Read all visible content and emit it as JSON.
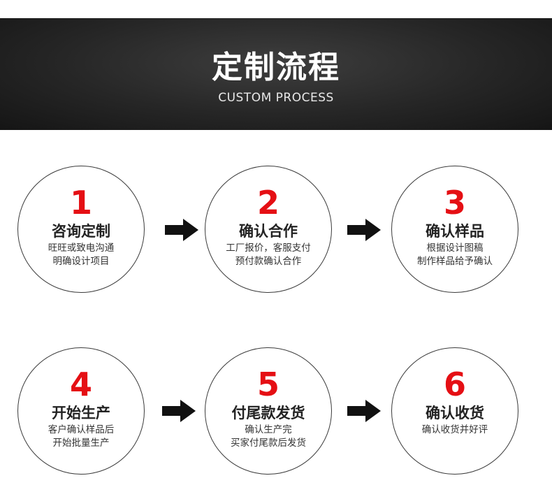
{
  "header": {
    "title": "定制流程",
    "subtitle": "CUSTOM PROCESS"
  },
  "steps": [
    {
      "number": "1",
      "title": "咨询定制",
      "line1": "旺旺或致电沟通",
      "line2": "明确设计项目"
    },
    {
      "number": "2",
      "title": "确认合作",
      "line1": "工厂报价，客服支付",
      "line2": "预付款确认合作"
    },
    {
      "number": "3",
      "title": "确认样品",
      "line1": "根据设计图稿",
      "line2": "制作样品给予确认"
    },
    {
      "number": "4",
      "title": "开始生产",
      "line1": "客户确认样品后",
      "line2": "开始批量生产"
    },
    {
      "number": "5",
      "title": "付尾款发货",
      "line1": "确认生产完",
      "line2": "买家付尾款后发货"
    },
    {
      "number": "6",
      "title": "确认收货",
      "line1": "确认收货并好评",
      "line2": ""
    }
  ],
  "colors": {
    "accent": "#e50f14",
    "header_bg": "#262626",
    "arrow": "#111111"
  },
  "icons": {
    "arrow": "arrow-right-icon"
  }
}
